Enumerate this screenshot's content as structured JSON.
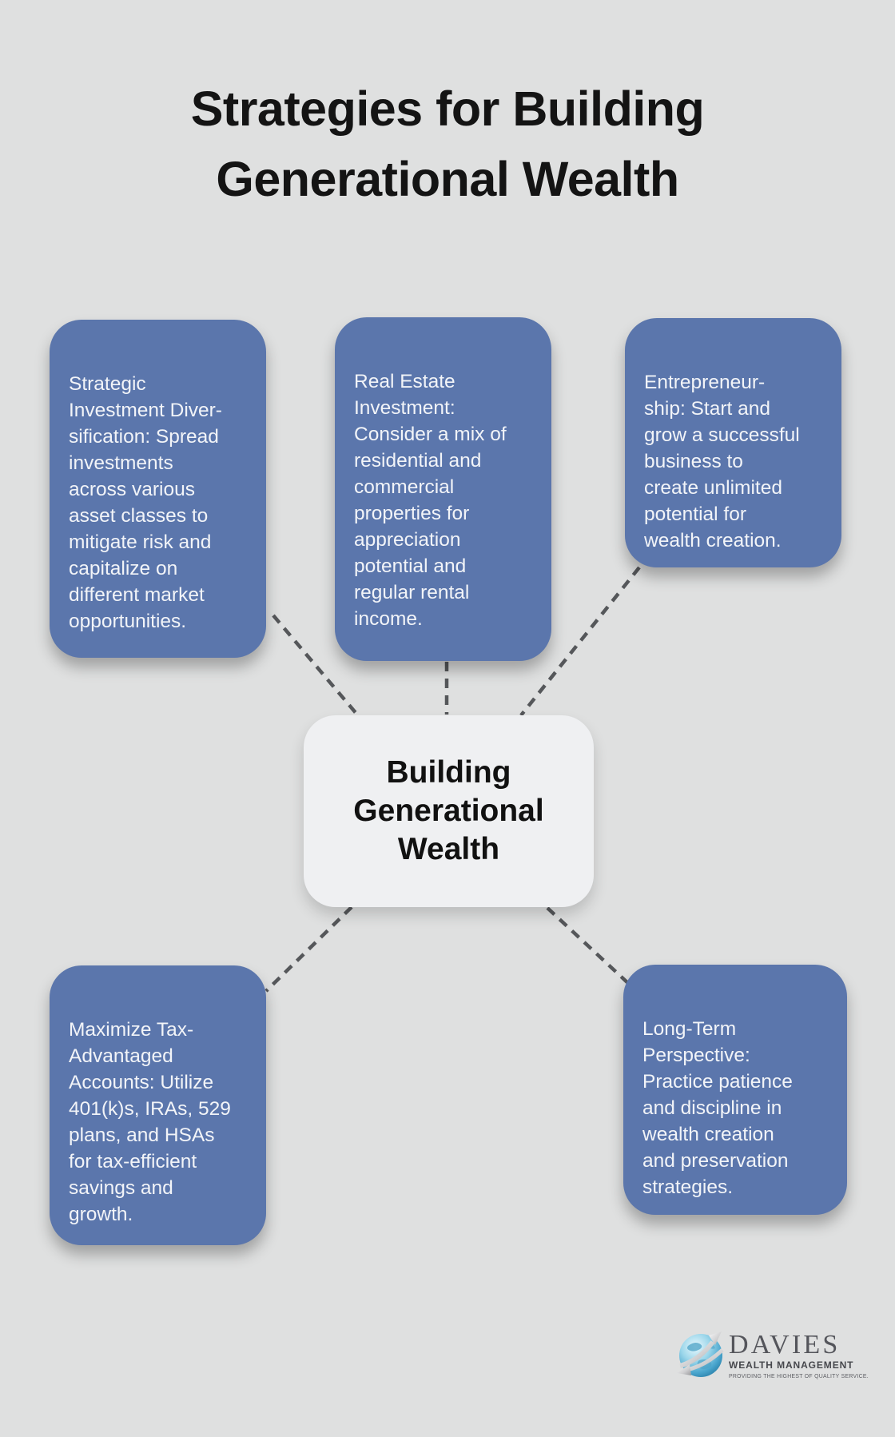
{
  "page": {
    "title": "Strategies for Building Generational Wealth"
  },
  "center_node": {
    "lines": [
      "Building",
      "Generational",
      "Wealth"
    ]
  },
  "nodes": [
    {
      "id": "strategic-investment-diversification",
      "lines": [
        "Strategic",
        "Investment Diver-",
        "sification: Spread",
        "investments",
        "across various",
        "asset classes to",
        "mitigate risk and",
        "capitalize on",
        "different market",
        "opportunities."
      ]
    },
    {
      "id": "real-estate-investment",
      "lines": [
        "Real Estate",
        "Investment:",
        "Consider a mix of",
        "residential and",
        "commercial",
        "properties for",
        "appreciation",
        "potential and",
        "regular rental",
        "income."
      ]
    },
    {
      "id": "entrepreneurship",
      "lines": [
        "Entrepreneur-",
        "ship: Start and",
        "grow a successful",
        "business to",
        "create unlimited",
        "potential for",
        "wealth creation."
      ]
    },
    {
      "id": "maximize-tax-advantaged-accounts",
      "lines": [
        "Maximize Tax-",
        "Advantaged",
        "Accounts: Utilize",
        "401(k)s, IRAs, 529",
        "plans, and HSAs",
        "for tax-efficient",
        "savings and",
        "growth."
      ]
    },
    {
      "id": "long-term-perspective",
      "lines": [
        "Long-Term",
        "Perspective:",
        "Practice patience",
        "and discipline in",
        "wealth creation",
        "and preservation",
        "strategies."
      ]
    }
  ],
  "connections": [
    {
      "from": "strategic-investment-diversification",
      "to": "center"
    },
    {
      "from": "real-estate-investment",
      "to": "center"
    },
    {
      "from": "entrepreneurship",
      "to": "center"
    },
    {
      "from": "center",
      "to": "maximize-tax-advantaged-accounts"
    },
    {
      "from": "center",
      "to": "long-term-perspective"
    }
  ],
  "logo": {
    "icon": "globe-with-arrows-icon",
    "brand": "DAVIES",
    "division": "WEALTH MANAGEMENT",
    "tagline": "PROVIDING THE HIGHEST OF QUALITY SERVICE."
  },
  "colors": {
    "background": "#dfe0e0",
    "node_fill": "#5b76ac",
    "node_text": "#f2f4f8",
    "center_fill": "#eff0f2",
    "center_text": "#111111",
    "title_text": "#141414",
    "connector": "#55575a",
    "logo_text": "#54555b",
    "logo_globe_blue": "#49a5cd"
  }
}
